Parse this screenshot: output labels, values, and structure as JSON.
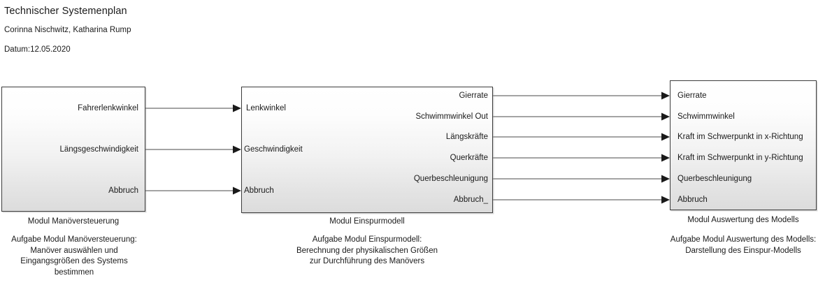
{
  "header": {
    "title": "Technischer Systemenplan",
    "authors": "Corinna Nischwitz, Katharina Rump",
    "date": "Datum:12.05.2020"
  },
  "colors": {
    "block_border": "#3c3c3c",
    "block_fill_top": "#ffffff",
    "block_fill_bottom": "#dcdcdc",
    "wire": "#4a4a4a",
    "text": "#1a1a1a",
    "page_background": "#ffffff"
  },
  "diagram": {
    "type": "block-diagram",
    "blocks": [
      {
        "id": "manoeversteuerung",
        "caption": "Modul Manöversteuerung",
        "task_lines": [
          "Aufgabe Modul Manöversteuerung:",
          "Manöver auswählen und",
          "Eingangsgrößen des Systems",
          "bestimmen"
        ],
        "inputs": [],
        "outputs": [
          "Fahrerlenkwinkel",
          "Längsgeschwindigkeit",
          "Abbruch"
        ]
      },
      {
        "id": "einspurmodell",
        "caption": "Modul Einspurmodell",
        "task_lines": [
          "Aufgabe Modul Einspurmodell:",
          "Berechnung der physikalischen Größen",
          "zur Durchführung des Manövers"
        ],
        "inputs": [
          "Lenkwinkel",
          "Geschwindigkeit",
          "Abbruch"
        ],
        "outputs": [
          "Gierrate",
          "Schwimmwinkel Out",
          "Längskräfte",
          "Querkräfte",
          "Querbeschleunigung",
          "Abbruch_"
        ]
      },
      {
        "id": "auswertung",
        "caption": "Modul Auswertung des Modells",
        "task_lines": [
          "Aufgabe Modul Auswertung des Modells:",
          "Darstellung des Einspur-Modells"
        ],
        "inputs": [
          "Gierrate",
          "Schwimmwinkel",
          "Kraft im Schwerpunkt in x-Richtung",
          "Kraft im Schwerpunkt in y-Richtung",
          "Querbeschleunigung",
          "Abbruch"
        ],
        "outputs": []
      }
    ],
    "connections": [
      {
        "from": "manoeversteuerung.Fahrerlenkwinkel",
        "to": "einspurmodell.Lenkwinkel"
      },
      {
        "from": "manoeversteuerung.Längsgeschwindigkeit",
        "to": "einspurmodell.Geschwindigkeit"
      },
      {
        "from": "manoeversteuerung.Abbruch",
        "to": "einspurmodell.Abbruch"
      },
      {
        "from": "einspurmodell.Gierrate",
        "to": "auswertung.Gierrate"
      },
      {
        "from": "einspurmodell.Schwimmwinkel Out",
        "to": "auswertung.Schwimmwinkel"
      },
      {
        "from": "einspurmodell.Längskräfte",
        "to": "auswertung.Kraft im Schwerpunkt in x-Richtung"
      },
      {
        "from": "einspurmodell.Querkräfte",
        "to": "auswertung.Kraft im Schwerpunkt in y-Richtung"
      },
      {
        "from": "einspurmodell.Querbeschleunigung",
        "to": "auswertung.Querbeschleunigung"
      },
      {
        "from": "einspurmodell.Abbruch_",
        "to": "auswertung.Abbruch"
      }
    ]
  }
}
